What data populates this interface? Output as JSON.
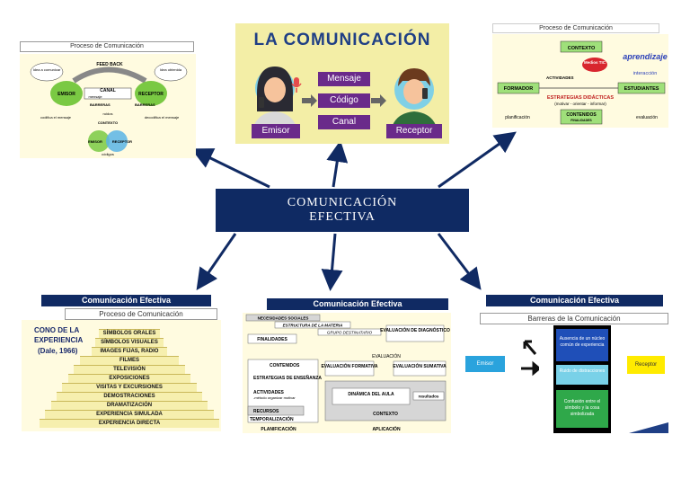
{
  "center": {
    "line1": "COMUNICACIÓN",
    "line2": "EFECTIVA"
  },
  "panel_top_left": {
    "subtitle": "Proceso de Comunicación",
    "labels": {
      "feedback": "FEED BACK",
      "ideas_comunicar": "Idea a comunicar",
      "idea_obtenida": "Idea obtenida",
      "emisor": "EMISOR",
      "receptor": "RECEPTOR",
      "canal": "CANAL",
      "mensaje": "mensaje",
      "barreras1": "BARRERAS",
      "barreras2": "BARRERAS",
      "ruido": "ruidos",
      "contexto": "CONTEXTO",
      "codifica": "codifica el mensaje",
      "decodifica": "decodifica el mensaje",
      "emisor2": "EMISOR",
      "receptor2": "RECEPTOR",
      "codigos": "códigos"
    }
  },
  "panel_top_center": {
    "title": "LA COMUNICACIÓN",
    "mensaje": "Mensaje",
    "codigo": "Código",
    "canal": "Canal",
    "emisor": "Emisor",
    "receptor": "Receptor"
  },
  "panel_top_right": {
    "subtitle": "Proceso de Comunicación",
    "contexto": "CONTEXTO",
    "medios": "Medios TIC",
    "aprendizaje": "aprendizaje",
    "interaccion": "interacción",
    "actividades": "ACTIVIDADES",
    "formador": "FORMADOR",
    "estudiantes": "ESTUDIANTES",
    "estrategias": "ESTRATEGIAS DIDÁCTICAS",
    "estrategias_sub": "(motivar - orientar - informar)",
    "planificacion": "planificación",
    "contenidos": "CONTENIDOS",
    "finalidades": "FINALIDADES",
    "evaluacion": "evaluación"
  },
  "panel_bottom_left": {
    "title": "Comunicación Efectiva",
    "subtitle": "Proceso de Comunicación",
    "cono_title": "CONO DE LA EXPERIENCIA",
    "cono_author": "(Dale, 1966)",
    "layers": [
      "SÍMBOLOS ORALES",
      "SÍMBOLOS VISUALES",
      "IMAGES FIJAS, RADIO",
      "FILMES",
      "TELEVISIÓN",
      "EXPOSICIONES",
      "VISITAS Y EXCURSIONES",
      "DEMOSTRACIONES",
      "DRAMATIZACIÓN",
      "EXPERIENCIA SIMULADA",
      "EXPERIENCIA DIRECTA"
    ]
  },
  "panel_bottom_center": {
    "title": "Comunicación Efectiva",
    "necesidades": "NECESIDADES SOCIALES",
    "estructura": "ESTRUCTURA DE LA MATERIA",
    "grupo": "GRUPO DESTINATARIO",
    "finalidades": "FINALIDADES",
    "eval_diag": "EVALUACIÓN DE DIAGNÓSTICO",
    "evaluacion": "EVALUACIÓN",
    "contenidos": "CONTENIDOS",
    "estrategias": "ESTRATEGIAS DE ENSEÑANZA",
    "actividades": "ACTIVIDADES",
    "actividades_sub": "-método organizar motivar",
    "eval_form": "EVALUACIÓN FORMATIVA",
    "eval_sum": "EVALUACIÓN SUMATIVA",
    "dinamica": "DINÁMICA DEL AULA",
    "resultados": "resultados",
    "recursos": "RECURSOS",
    "temporalizacion": "TEMPORALIZACIÓN",
    "contexto": "CONTEXTO",
    "planificacion": "PLANIFICACIÓN",
    "aplicacion": "APLICACIÓN"
  },
  "panel_bottom_right": {
    "title": "Comunicación Efectiva",
    "subtitle": "Barreras de la Comunicación",
    "emisor": "Emisor",
    "receptor": "Receptor",
    "barrera1": "Ausencia de un núcleo común de experiencia",
    "barrera2": "Ruido de distracciones",
    "barrera3": "Confusión entre el símbolo y la cosa simbolizada"
  },
  "colors": {
    "navy": "#0f2a63",
    "cream": "#f6efae",
    "purple": "#6a2a8a",
    "green": "#74c043"
  }
}
